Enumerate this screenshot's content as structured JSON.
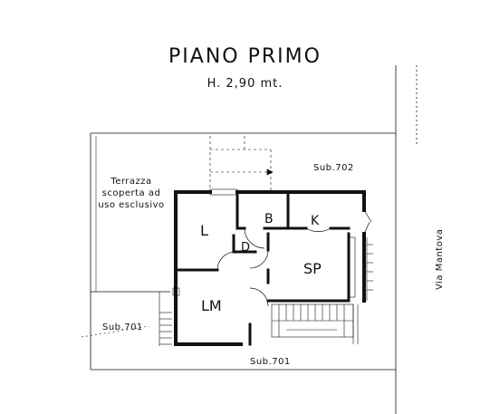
{
  "header": {
    "title": "PIANO PRIMO",
    "height_label": "H. 2,90 mt."
  },
  "rooms": {
    "living": "L",
    "bath": "B",
    "kitchen": "K",
    "closet": "D",
    "storage": "SP",
    "lm": "LM"
  },
  "annotations": {
    "terrace_line1": "Terrazza",
    "terrace_line2": "scoperta ad",
    "terrace_line3": "uso esclusivo",
    "sub702": "Sub.702",
    "sub701_left": "Sub.701",
    "sub701_bottom": "Sub.701",
    "street": "Via Mantova"
  },
  "colors": {
    "line": "#111111",
    "wall": "#111111",
    "background": "#ffffff"
  }
}
